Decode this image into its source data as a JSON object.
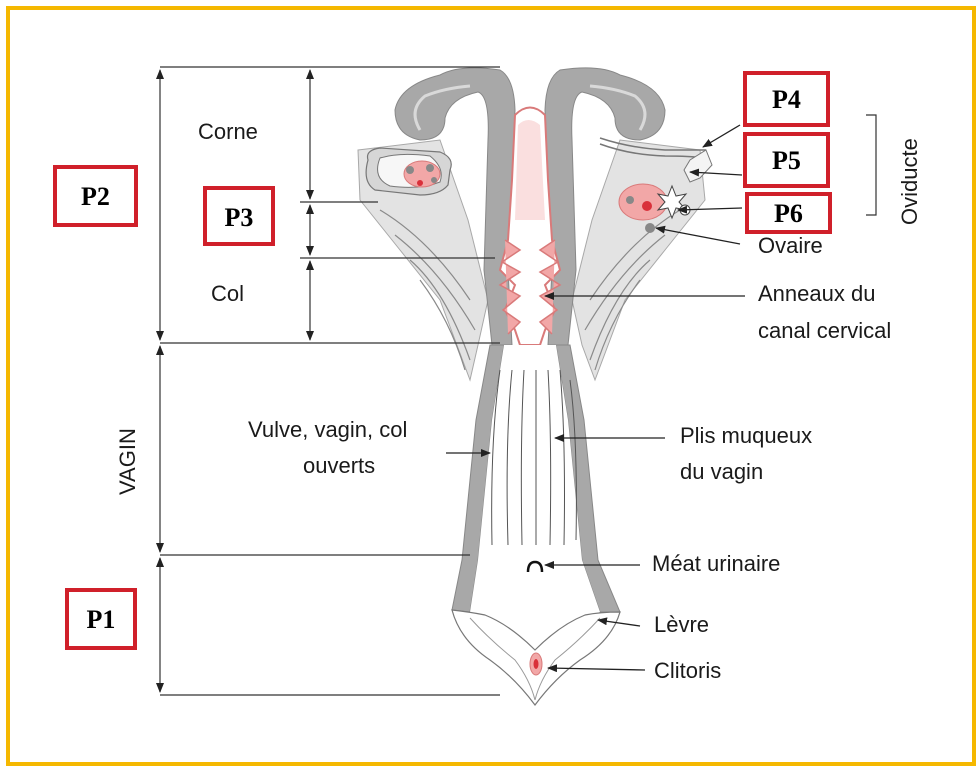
{
  "colors": {
    "frame": "#f5b800",
    "box_border": "#d0202a",
    "tissue_light": "#e3e3e3",
    "tissue_dark": "#a8a8a8",
    "mucosa_pink": "#f2a7a7"
  },
  "markers": {
    "p1": "P1",
    "p2": "P2",
    "p3": "P3",
    "p4": "P4",
    "p5": "P5",
    "p6": "P6"
  },
  "labels": {
    "corne": "Corne",
    "col": "Col",
    "vagin_axis": "VAGIN",
    "oviducte": "Oviducte",
    "ovaire": "Ovaire",
    "anneaux_line1": "Anneaux du",
    "anneaux_line2": "canal cervical",
    "vulve_line1": "Vulve, vagin, col",
    "vulve_line2": "ouverts",
    "plis_line1": "Plis muqueux",
    "plis_line2": "du vagin",
    "meat": "Méat urinaire",
    "levre": "Lèvre",
    "clitoris": "Clitoris"
  }
}
